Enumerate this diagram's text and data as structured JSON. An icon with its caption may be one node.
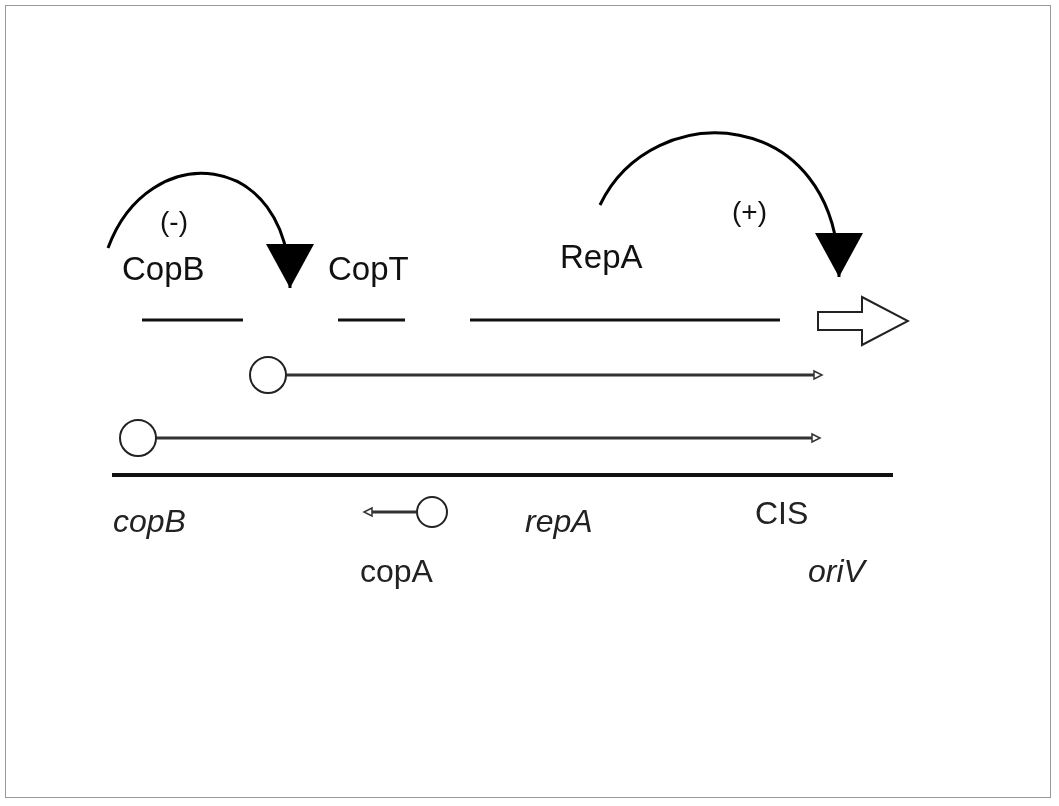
{
  "diagram": {
    "nodes": [
      {
        "text": [
          "CopB"
        ]
      },
      {
        "text": [
          "CopT"
        ]
      },
      {
        "text": [
          "RepA"
        ]
      },
      {
        "text": [],
        "shape": "arrow"
      }
    ],
    "edges": [
      {
        "from": 0,
        "to": 1,
        "arrow": "to",
        "label": "(-)"
      },
      {
        "from": 2,
        "to": 3,
        "arrow": "to",
        "label": "(+)"
      }
    ],
    "labels": [
      "copB",
      "copA",
      "repA",
      "CIS",
      "oriV"
    ]
  }
}
